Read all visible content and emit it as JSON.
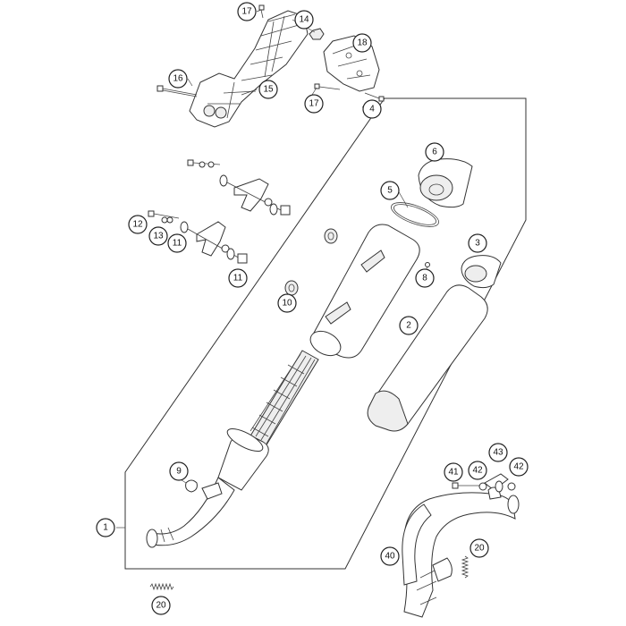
{
  "callouts": [
    {
      "id": "c1",
      "label": "1"
    },
    {
      "id": "c2",
      "label": "2"
    },
    {
      "id": "c3",
      "label": "3"
    },
    {
      "id": "c4",
      "label": "4"
    },
    {
      "id": "c5",
      "label": "5"
    },
    {
      "id": "c6",
      "label": "6"
    },
    {
      "id": "c8",
      "label": "8"
    },
    {
      "id": "c9",
      "label": "9"
    },
    {
      "id": "c10",
      "label": "10"
    },
    {
      "id": "c11a",
      "label": "11"
    },
    {
      "id": "c11b",
      "label": "11"
    },
    {
      "id": "c12",
      "label": "12"
    },
    {
      "id": "c13",
      "label": "13"
    },
    {
      "id": "c14",
      "label": "14"
    },
    {
      "id": "c15",
      "label": "15"
    },
    {
      "id": "c16",
      "label": "16"
    },
    {
      "id": "c17a",
      "label": "17"
    },
    {
      "id": "c17b",
      "label": "17"
    },
    {
      "id": "c18",
      "label": "18"
    },
    {
      "id": "c20a",
      "label": "20"
    },
    {
      "id": "c20b",
      "label": "20"
    },
    {
      "id": "c40",
      "label": "40"
    },
    {
      "id": "c41",
      "label": "41"
    },
    {
      "id": "c42a",
      "label": "42"
    },
    {
      "id": "c42b",
      "label": "42"
    },
    {
      "id": "c43",
      "label": "43"
    }
  ],
  "colors": {
    "line": "#333333",
    "background": "#ffffff"
  }
}
